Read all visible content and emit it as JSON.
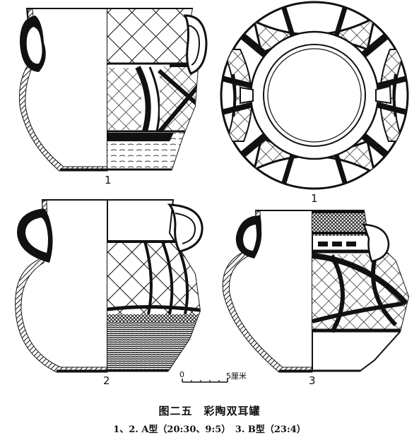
{
  "figure": {
    "title": "图二五　彩陶双耳罐",
    "subtitle": "1、2. A型（20:30、9:5）　3. B型（23:4）"
  },
  "labels": {
    "pot1": "1",
    "plan1": "1",
    "pot2": "2",
    "pot3": "3",
    "scale_zero": "0",
    "scale_end": "5厘米"
  }
}
